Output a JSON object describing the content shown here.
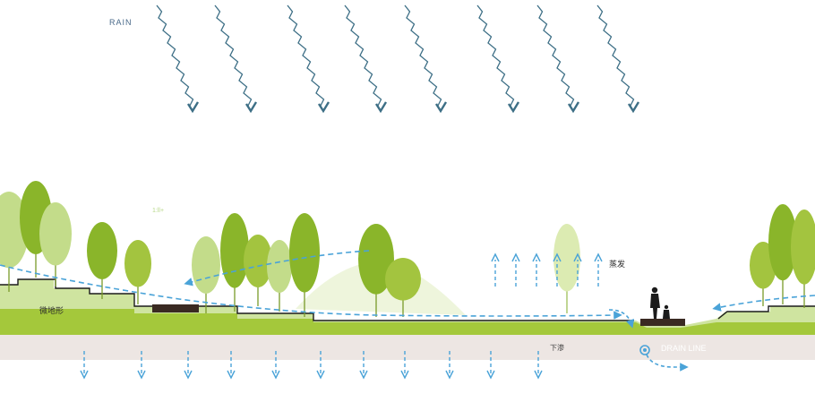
{
  "labels": {
    "rain": "RAIN",
    "faint": "1:ll+",
    "micro_topography": "微地形",
    "evaporation": "蒸发",
    "infiltration": "下渗",
    "drain_line": "DRAIN LINE"
  },
  "colors": {
    "sky": "#ffffff",
    "rain": "#3d6f86",
    "water_flow": "#4aa3d8",
    "tree_dark": "#8ab52a",
    "tree_mid": "#a3c43f",
    "tree_light": "#c3dc8a",
    "tree_pale": "#dcebb2",
    "ground": "#a4c83b",
    "ground_light": "#cfe4a0",
    "soil": "#ede6e3",
    "terrain_line": "#1b1b1b",
    "deck": "#3a2a22"
  }
}
